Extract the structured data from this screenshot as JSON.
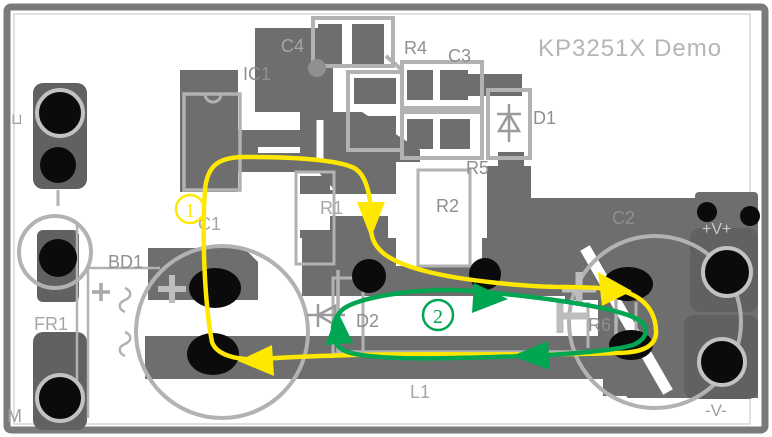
{
  "title": "KP3251X Demo",
  "board": {
    "type": "pcb-layout-demo-board",
    "components": {
      "ic1": {
        "label": "IC1"
      },
      "c1": {
        "label": "C1"
      },
      "c2": {
        "label": "C2"
      },
      "c3": {
        "label": "C3"
      },
      "c4": {
        "label": "C4"
      },
      "r1": {
        "label": "R1"
      },
      "r2": {
        "label": "R2"
      },
      "r4": {
        "label": "R4"
      },
      "r5": {
        "label": "R5"
      },
      "r6": {
        "label": "R6"
      },
      "d1": {
        "label": "D1"
      },
      "d2": {
        "label": "D2"
      },
      "bd1": {
        "label": "BD1"
      },
      "fr1": {
        "label": "FR1"
      },
      "l1": {
        "label": "L1"
      }
    },
    "terminals": {
      "left_top_mark": "⊔",
      "left_bottom_mark": "M",
      "right_top": "+V+",
      "right_bottom": "-V-"
    },
    "colors": {
      "copper": "#6e6e6e",
      "silkscreen": "#b2b2b2",
      "label_text": "#8f8f8f",
      "title_text": "#b5b5b5",
      "pad": "#0b0b0b",
      "pad_ring": "#c2c2c2",
      "frame": "#7a7a7a",
      "background": "#ffffff",
      "loop1_yellow": "#ffe800",
      "loop2_green": "#00a651"
    }
  },
  "annotations": {
    "loop1": {
      "number": "1",
      "color": "#ffe800",
      "style": "circled",
      "meaning": "current loop 1 (yellow)"
    },
    "loop2": {
      "number": "2",
      "color": "#00a651",
      "style": "circled",
      "meaning": "current loop 2 (green)"
    }
  }
}
